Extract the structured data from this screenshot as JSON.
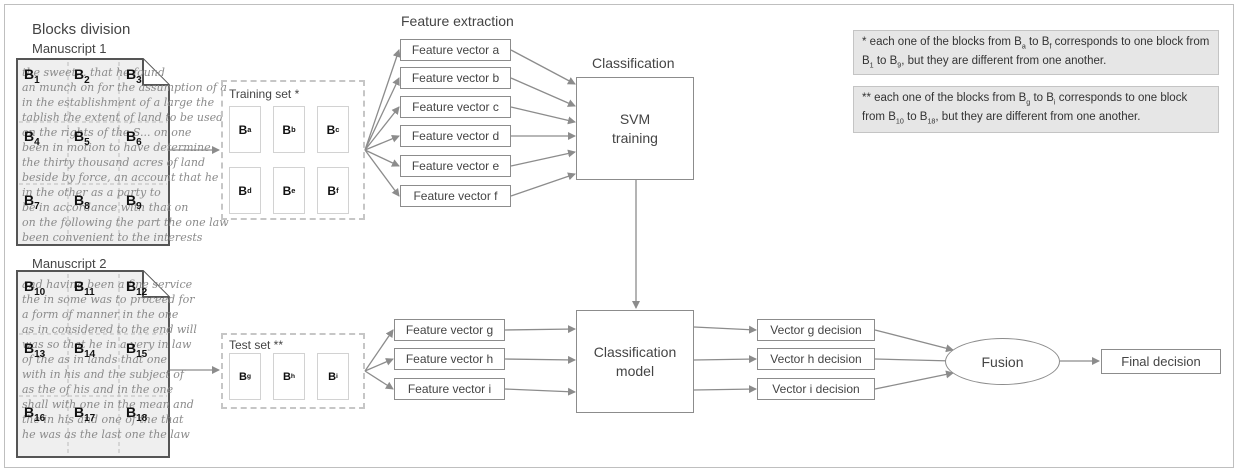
{
  "titles": {
    "blocks_division": "Blocks division",
    "manuscript1": "Manuscript 1",
    "manuscript2": "Manuscript 2",
    "feature_extraction": "Feature extraction",
    "classification": "Classification"
  },
  "manuscript1_blocks": [
    {
      "b": "B",
      "sub": "1"
    },
    {
      "b": "B",
      "sub": "2"
    },
    {
      "b": "B",
      "sub": "3"
    },
    {
      "b": "B",
      "sub": "4"
    },
    {
      "b": "B",
      "sub": "5"
    },
    {
      "b": "B",
      "sub": "6"
    },
    {
      "b": "B",
      "sub": "7"
    },
    {
      "b": "B",
      "sub": "8"
    },
    {
      "b": "B",
      "sub": "9"
    }
  ],
  "manuscript2_blocks": [
    {
      "b": "B",
      "sub": "10"
    },
    {
      "b": "B",
      "sub": "11"
    },
    {
      "b": "B",
      "sub": "12"
    },
    {
      "b": "B",
      "sub": "13"
    },
    {
      "b": "B",
      "sub": "14"
    },
    {
      "b": "B",
      "sub": "15"
    },
    {
      "b": "B",
      "sub": "16"
    },
    {
      "b": "B",
      "sub": "17"
    },
    {
      "b": "B",
      "sub": "18"
    }
  ],
  "manuscript1_script_lines": [
    "the sweet... that he found",
    "an munch on for the assumption of a",
    "in the establishment of a large the",
    "tablish the extent of land to be used",
    "on the rights of the S... on one",
    "been in motion to have determine",
    "the thirty thousand acres of land",
    "beside by force, an account that he",
    "in the other as a party to",
    "be in accordance with that on",
    "on the following the part the one law",
    "been convenient to the interests"
  ],
  "manuscript2_script_lines": [
    "and having been a fine service",
    "the in some was to proceed for",
    "a form of manner in the one",
    "as in considered to the end will",
    "was so that he in a very in law",
    "of the as in lands that one",
    "with in his and the subject of",
    "as the of his and in the one",
    "shall with one in the mean and",
    "the in his and one of the that",
    "he was as the last one the law"
  ],
  "training_set": {
    "title": "Training set *",
    "blocks": [
      {
        "b": "B",
        "sub": "a"
      },
      {
        "b": "B",
        "sub": "b"
      },
      {
        "b": "B",
        "sub": "c"
      },
      {
        "b": "B",
        "sub": "d"
      },
      {
        "b": "B",
        "sub": "e"
      },
      {
        "b": "B",
        "sub": "f"
      }
    ]
  },
  "test_set": {
    "title": "Test set **",
    "blocks": [
      {
        "b": "B",
        "sub": "g"
      },
      {
        "b": "B",
        "sub": "h"
      },
      {
        "b": "B",
        "sub": "i"
      }
    ]
  },
  "feature_vectors_train": [
    "Feature vector a",
    "Feature vector b",
    "Feature vector c",
    "Feature vector d",
    "Feature vector e",
    "Feature vector f"
  ],
  "feature_vectors_test": [
    "Feature vector g",
    "Feature vector h",
    "Feature vector i"
  ],
  "svm": {
    "line1": "SVM",
    "line2": "training"
  },
  "model": {
    "line1": "Classification",
    "line2": "model"
  },
  "decisions": [
    "Vector g decision",
    "Vector h decision",
    "Vector i decision"
  ],
  "fusion": "Fusion",
  "final_decision": "Final decision",
  "note1": {
    "p1": "* each one of the blocks from ",
    "s1": "B",
    "s1sub": "a",
    "p2": " to ",
    "s2": "B",
    "s2sub": "f",
    "p3": " corresponds to one block from ",
    "s3": "B",
    "s3sub": "1",
    "p4": " to ",
    "s4": "B",
    "s4sub": "9",
    "p5": ", but they are different from one another."
  },
  "note2": {
    "p1": "** each one of the blocks from ",
    "s1": "B",
    "s1sub": "g",
    "p2": " to ",
    "s2": "B",
    "s2sub": "i",
    "p3": " corresponds to one block from ",
    "s3": "B",
    "s3sub": "10",
    "p4": " to ",
    "s4": "B",
    "s4sub": "18",
    "p5": ", but they are different from one another."
  },
  "colors": {
    "line": "#8c8c8c",
    "note_bg": "#e6e6e6",
    "dashed": "#c6c6c6"
  }
}
